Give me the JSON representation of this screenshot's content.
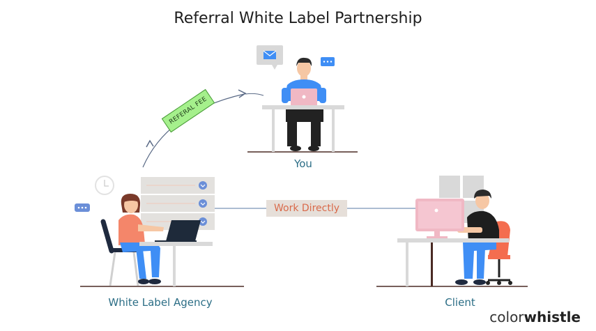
{
  "title": "Referral White Label Partnership",
  "nodes": {
    "you": "You",
    "agency": "White Label Agency",
    "client": "Client"
  },
  "edges": {
    "referral_fee": "REFERAL FEE",
    "work_directly": "Work Directly"
  },
  "logo": {
    "part1": "color",
    "part2": "whistle"
  },
  "colors": {
    "label_text": "#2c6e86",
    "accent_blue": "#3f8ef5",
    "accent_pink": "#f0b8c4",
    "accent_orange": "#f46d4f",
    "fee_green": "#a5f08c",
    "work_bg": "#e6dfd9",
    "work_text": "#d96a4a"
  }
}
